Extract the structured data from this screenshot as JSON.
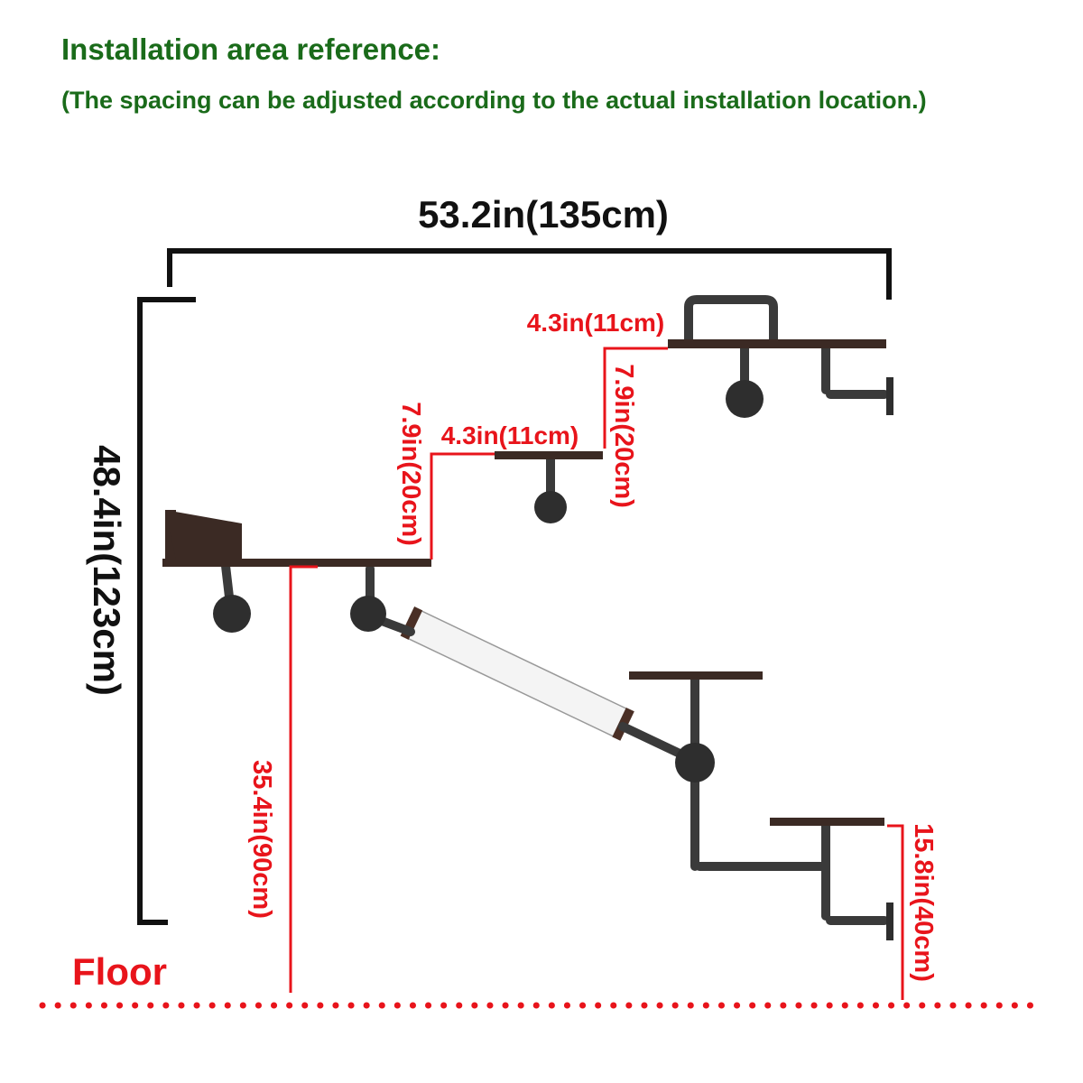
{
  "header": {
    "title": "Installation area reference:",
    "subtitle": "(The spacing can be adjusted according to the actual installation location.)"
  },
  "dimensions": {
    "total_width": "53.2in(135cm)",
    "total_height": "48.4in(123cm)",
    "bottom_shelf_height": "35.4in(90cm)",
    "step1_rise": "7.9in(20cm)",
    "step1_run": "4.3in(11cm)",
    "step2_rise": "7.9in(20cm)",
    "step2_run": "4.3in(11cm)",
    "lowest_shelf_height": "15.8in(40cm)"
  },
  "floor_label": "Floor",
  "colors": {
    "title": "#1a6b1a",
    "dimension_red": "#e8141b",
    "shelf": "#3b2a24",
    "pipe": "#3a3a3a"
  }
}
